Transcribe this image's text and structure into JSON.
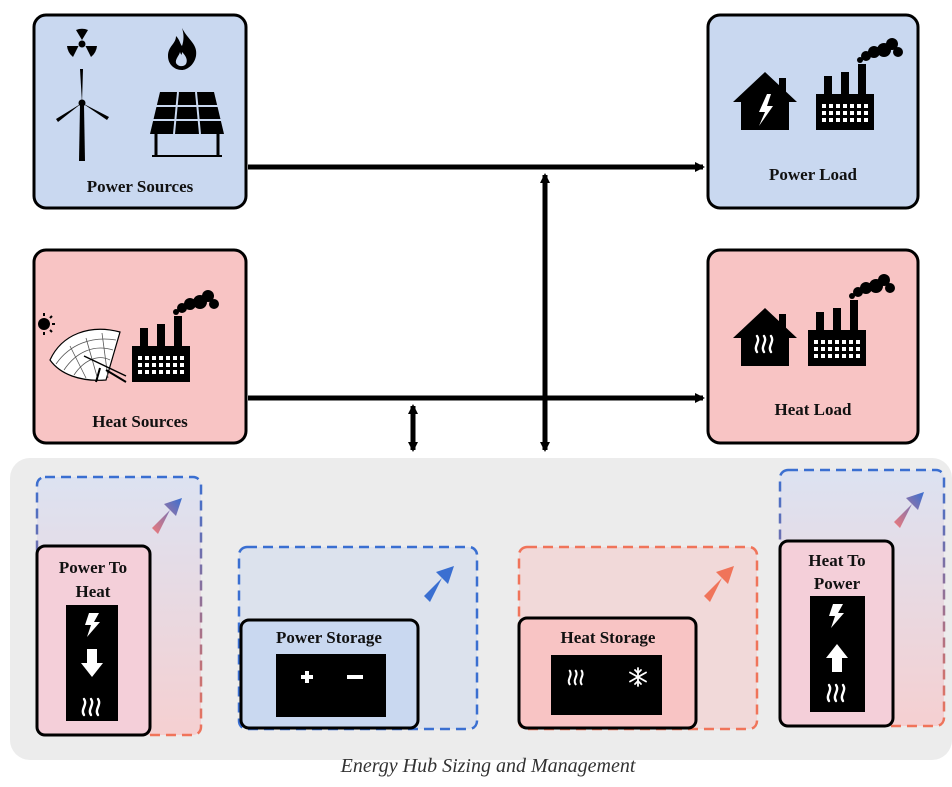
{
  "colors": {
    "power_fill": "#c9d8f0",
    "heat_fill": "#f8c4c4",
    "hub_fill": "#ececec",
    "blue_accent": "#3a6fd1",
    "red_accent": "#f0745a",
    "line": "#000000"
  },
  "boxes": {
    "power_sources": {
      "label": "Power Sources",
      "icons": [
        "radiation-icon",
        "fire-icon",
        "wind-turbine-icon",
        "solar-panel-icon"
      ]
    },
    "heat_sources": {
      "label": "Heat Sources",
      "icons": [
        "sun-icon",
        "solar-dish-icon",
        "factory-icon"
      ]
    },
    "power_load": {
      "label": "Power Load",
      "icons": [
        "house-lightning-icon",
        "factory-icon"
      ]
    },
    "heat_load": {
      "label": "Heat Load",
      "icons": [
        "house-heat-icon",
        "factory-icon"
      ]
    }
  },
  "hub": {
    "caption": "Energy Hub Sizing and Management",
    "power_to_heat": {
      "label_line1": "Power To",
      "label_line2": "Heat",
      "icons": [
        "lightning-icon",
        "arrow-down-icon",
        "heat-waves-icon"
      ]
    },
    "power_storage": {
      "label": "Power Storage",
      "icons": [
        "plus-icon",
        "minus-icon"
      ]
    },
    "heat_storage": {
      "label": "Heat Storage",
      "icons": [
        "heat-waves-icon",
        "snowflake-icon"
      ]
    },
    "heat_to_power": {
      "label_line1": "Heat To",
      "label_line2": "Power",
      "icons": [
        "lightning-icon",
        "arrow-up-icon",
        "heat-waves-icon"
      ]
    }
  }
}
